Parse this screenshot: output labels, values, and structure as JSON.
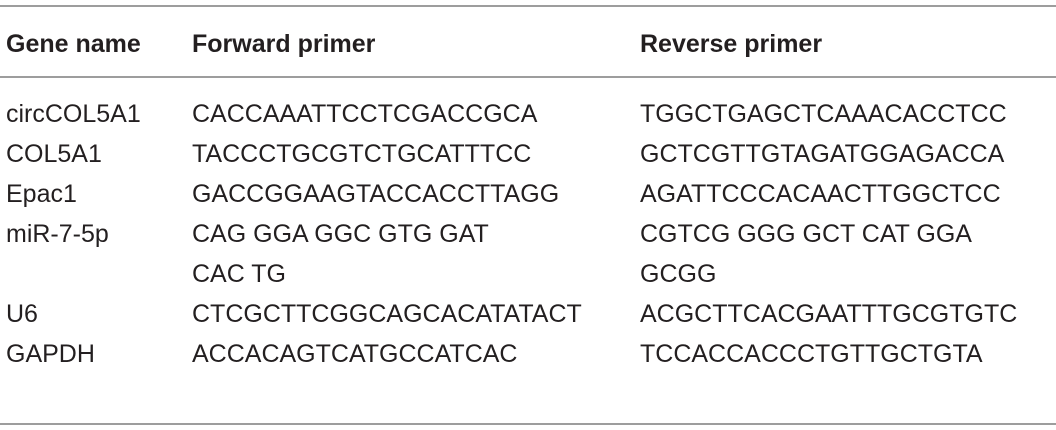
{
  "table": {
    "headers": [
      "Gene name",
      "Forward primer",
      "Reverse primer"
    ],
    "rows": [
      {
        "gene": "circCOL5A1",
        "forward": "CACCAAATTCCTCGACCGCA",
        "reverse": "TGGCTGAGCTCAAACACCTCC"
      },
      {
        "gene": "COL5A1",
        "forward": "TACCCTGCGTCTGCATTTCC",
        "reverse": "GCTCGTTGTAGATGGAGACCA"
      },
      {
        "gene": "Epac1",
        "forward": "GACCGGAAGTACCACCTTAGG",
        "reverse": "AGATTCCCACAACTTGGCTCC"
      },
      {
        "gene": "miR-7-5p",
        "forward": "CAG GGA GGC GTG GAT CAC TG",
        "reverse": "CGTCG GGG GCT CAT GGA GCGG"
      },
      {
        "gene": "U6",
        "forward": "CTCGCTTCGGCAGCACATATACT",
        "reverse": "ACGCTTCACGAATTTGCGTGTC"
      },
      {
        "gene": "GAPDH",
        "forward": "ACCACAGTCATGCCATCAC",
        "reverse": "TCCACCACCCTGTTGCTGTA"
      }
    ]
  }
}
